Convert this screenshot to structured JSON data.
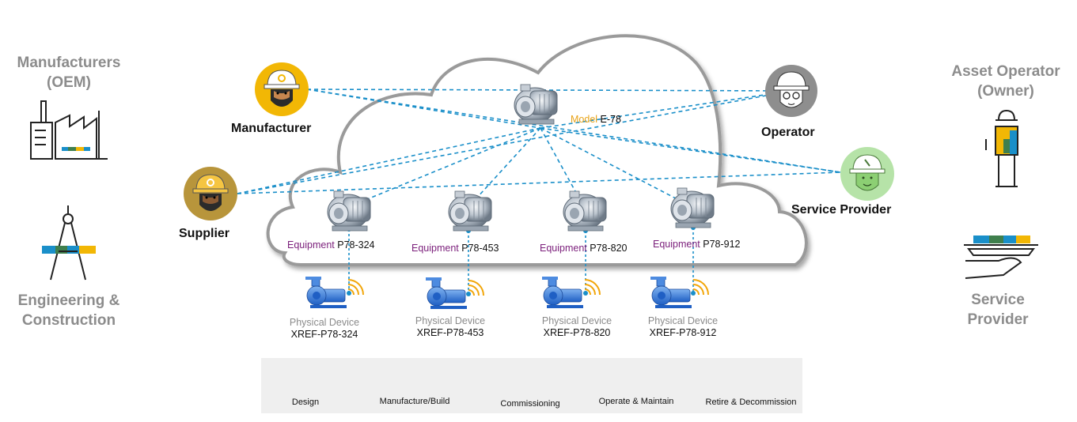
{
  "left_panel": {
    "oem_label_line1": "Manufacturers",
    "oem_label_line2": "(OEM)",
    "ec_label_line1": "Engineering &",
    "ec_label_line2": "Construction"
  },
  "right_panel": {
    "owner_label_line1": "Asset Operator",
    "owner_label_line2": "(Owner)",
    "sp_label_line1": "Service",
    "sp_label_line2": "Provider"
  },
  "actors": {
    "manufacturer": "Manufacturer",
    "supplier": "Supplier",
    "operator": "Operator",
    "service_provider": "Service Provider"
  },
  "model": {
    "prefix": "Model",
    "id": "E-78"
  },
  "equipment": [
    {
      "prefix": "Equipment",
      "id": "P78-324"
    },
    {
      "prefix": "Equipment",
      "id": "P78-453"
    },
    {
      "prefix": "Equipment",
      "id": "P78-820"
    },
    {
      "prefix": "Equipment",
      "id": "P78-912"
    }
  ],
  "physical_devices": [
    {
      "kind": "Physical Device",
      "id": "XREF-P78-324"
    },
    {
      "kind": "Physical Device",
      "id": "XREF-P78-453"
    },
    {
      "kind": "Physical Device",
      "id": "XREF-P78-820"
    },
    {
      "kind": "Physical Device",
      "id": "XREF-P78-912"
    }
  ],
  "lifecycle": [
    {
      "label": "Design",
      "icon": "head-bulb-icon"
    },
    {
      "label": "Manufacture/Build",
      "icon": "robot-arm-icon"
    },
    {
      "label": "Commissioning",
      "icon": "handshake-icon"
    },
    {
      "label": "Operate & Maintain",
      "icon": "wrench-icon"
    },
    {
      "label": "Retire & Decommission",
      "icon": "recycle-icon"
    }
  ],
  "colors": {
    "connector": "#1a8fc9",
    "side_text": "#8c8c8c",
    "equipment_prefix": "#7b1f7b",
    "model_prefix": "#e8a317",
    "hardhat_yellow": "#f2b705",
    "service_green": "#b6e3a8"
  }
}
